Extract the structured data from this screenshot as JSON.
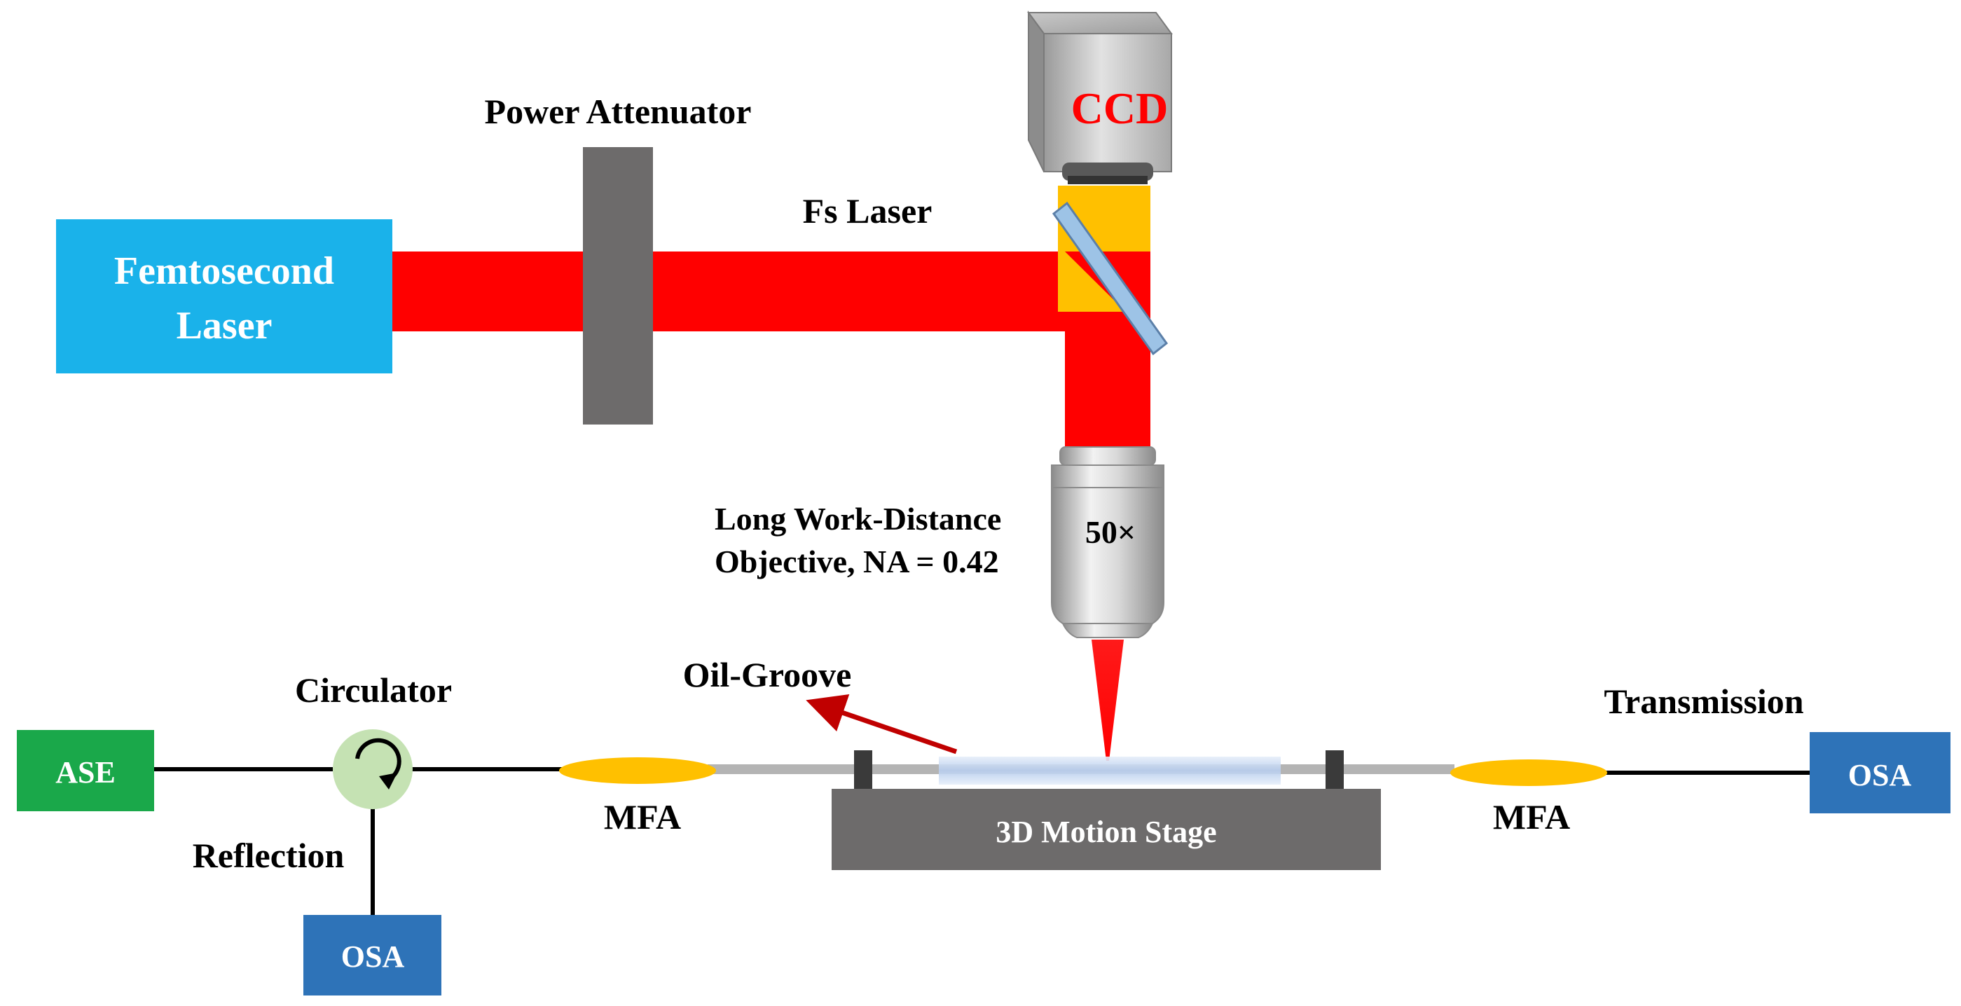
{
  "labels": {
    "femtosecond_laser_line1": "Femtosecond",
    "femtosecond_laser_line2": "Laser",
    "power_attenuator": "Power Attenuator",
    "fs_laser": "Fs Laser",
    "ccd": "CCD",
    "objective_line1": "Long Work-Distance",
    "objective_line2": "Objective, NA = 0.42",
    "magnification": "50×",
    "circulator": "Circulator",
    "ase": "ASE",
    "reflection": "Reflection",
    "osa_reflection": "OSA",
    "oil_groove": "Oil-Groove",
    "mfa_left": "MFA",
    "stage": "3D Motion Stage",
    "mfa_right": "MFA",
    "transmission": "Transmission",
    "osa_transmission": "OSA"
  },
  "colors": {
    "laser_beam": "#ff0000",
    "laser_source": "#1ab2ea",
    "attenuator": "#6d6b6b",
    "imaging_beam": "#ffc000",
    "ccd_text": "#ff0000",
    "ase_box": "#1aa84a",
    "osa_box": "#2e73b8",
    "circulator": "#c5e2b3",
    "mfa": "#ffc000",
    "stage": "#6d6b6b",
    "arrow": "#c00000",
    "fiber": "#b4b4b4"
  }
}
